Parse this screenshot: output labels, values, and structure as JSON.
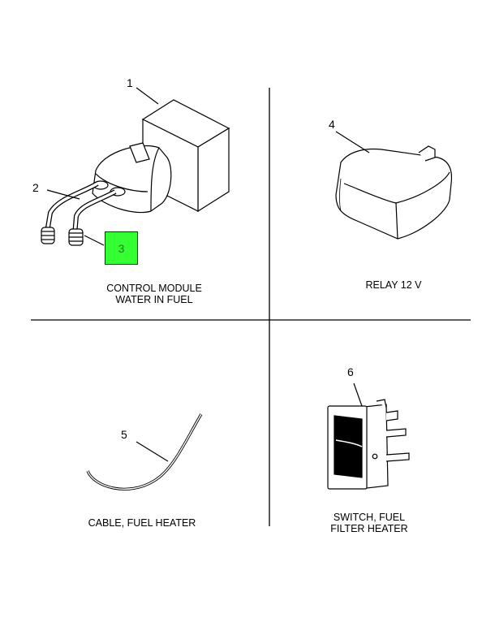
{
  "panels": [
    {
      "callout": "1",
      "caption": [
        "CONTROL MODULE",
        "WATER IN FUEL"
      ]
    },
    {
      "callout": "4",
      "caption": [
        "RELAY 12 V"
      ]
    },
    {
      "callout": "5",
      "caption": [
        "CABLE, FUEL HEATER"
      ]
    },
    {
      "callout": "6",
      "caption": [
        "SWITCH, FUEL",
        "FILTER HEATER"
      ]
    }
  ],
  "callout_2": "2",
  "callout_3": "3",
  "highlight_color": "#33ff33"
}
